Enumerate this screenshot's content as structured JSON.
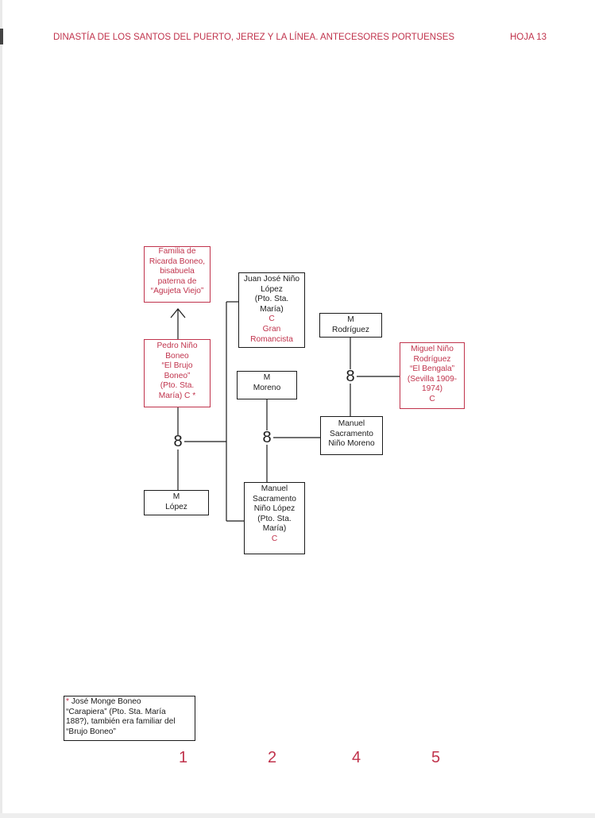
{
  "header": {
    "title": "DINASTÍA DE LOS SANTOS DEL PUERTO, JEREZ Y LA LÍNEA. ANTECESORES PORTUENSES",
    "sheet": "HOJA 13"
  },
  "persons": {
    "familia_boneo": {
      "lines": [
        "Familia de",
        "Ricarda Boneo,",
        "bisabuela",
        "paterna de",
        "“Agujeta Viejo”"
      ]
    },
    "pedro": {
      "lines": [
        "Pedro Niño",
        "Boneo",
        "“El Brujo",
        "Boneo”",
        "(Pto. Sta.",
        "María)  C *"
      ]
    },
    "m_lopez": {
      "lines": [
        "M",
        "López"
      ]
    },
    "juan_jose": {
      "lines": [
        "Juan José Niño",
        "López",
        "(Pto. Sta.",
        "María)"
      ],
      "red_lines": [
        "C",
        "Gran",
        "Romancista"
      ]
    },
    "m_moreno": {
      "lines": [
        "M",
        "Moreno"
      ]
    },
    "manuel_nino_lopez": {
      "lines": [
        "Manuel",
        "Sacramento",
        "Niño López",
        "(Pto. Sta.",
        "María)"
      ],
      "red_lines": [
        "C"
      ]
    },
    "m_rodriguez": {
      "lines": [
        "M",
        "Rodríguez"
      ]
    },
    "manuel_nino_moreno": {
      "lines": [
        "Manuel",
        "Sacramento",
        "Niño Moreno"
      ]
    },
    "miguel": {
      "lines": [
        "Miguel Niño",
        "Rodríguez",
        "“El Bengala”",
        "(Sevilla 1909-",
        "1974)",
        "C"
      ]
    }
  },
  "marriage_symbol": "8",
  "footnote": {
    "star": "*",
    "lines": [
      "José Monge Boneo",
      "“Carapiera” (Pto. Sta. María",
      "188?), también era familiar del",
      "“Brujo Boneo”"
    ]
  },
  "generations": [
    "1",
    "2",
    "4",
    "5"
  ]
}
